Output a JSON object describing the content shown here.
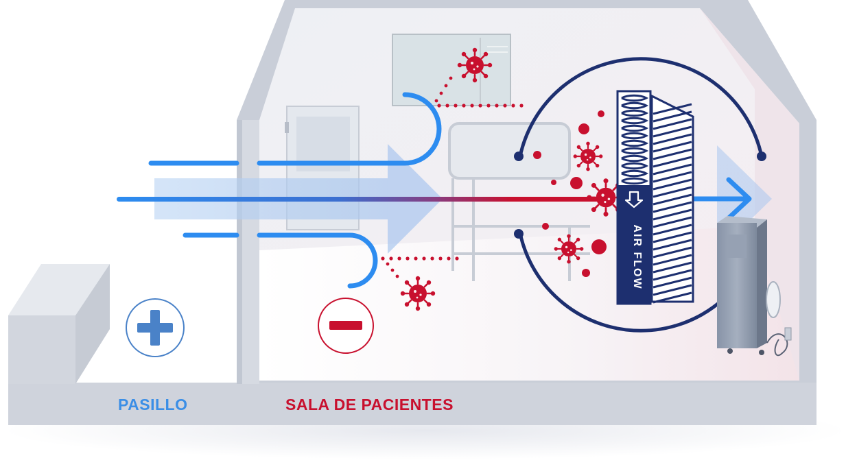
{
  "labels": {
    "corridor": "PASILLO",
    "patient_room": "SALA DE PACIENTES",
    "airflow_badge": "AIR FLOW"
  },
  "pressure": {
    "corridor_sign": "+",
    "room_sign": "−"
  },
  "colors": {
    "airflow_blue": "#2d8cf0",
    "virus_red": "#c8102e",
    "filter_navy": "#1d2f6f",
    "plus_blue": "#4a82c8",
    "wall_grey": "#c9ced8"
  },
  "icons": [
    "plus-icon",
    "minus-icon",
    "virus-icon",
    "filter-icon",
    "arrow-up-icon",
    "air-purifier-icon"
  ]
}
